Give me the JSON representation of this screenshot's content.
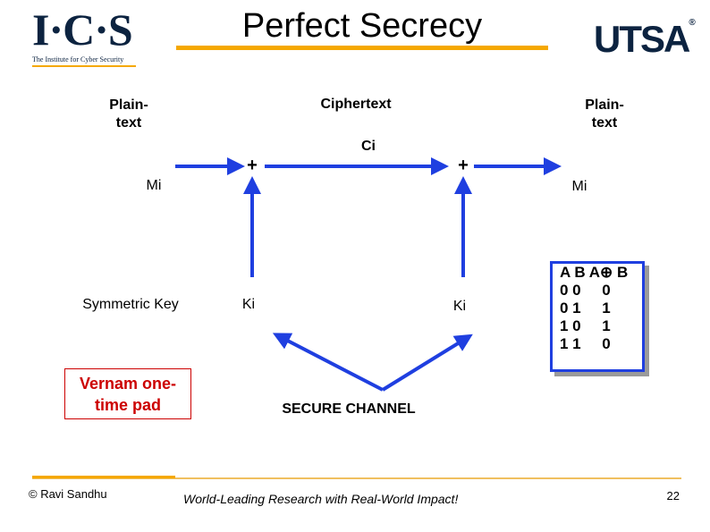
{
  "slide": {
    "title": "Perfect Secrecy",
    "logo_left": {
      "letters": "I·C·S",
      "tagline": "The Institute for Cyber Security"
    },
    "logo_right": {
      "text": "UTSA",
      "mark": "®"
    },
    "colors": {
      "accent": "#f5a800",
      "arrow_blue": "#1f3fe0",
      "vernam_red": "#cc0000",
      "footer_line": "#f0c060"
    }
  },
  "diagram": {
    "plaintext_left": [
      "Plain-",
      "text"
    ],
    "ciphertext": "Ciphertext",
    "plaintext_right": [
      "Plain-",
      "text"
    ],
    "ci": "Ci",
    "mi_left": "Mi",
    "mi_right": "Mi",
    "xor_left": "+",
    "xor_right": "+",
    "ki_left": "Ki",
    "ki_right": "Ki",
    "symmetric_key": "Symmetric Key",
    "secure_channel": "SECURE CHANNEL",
    "vernam": [
      "Vernam one-",
      "time pad"
    ]
  },
  "truth_table": {
    "header": "A B A⊕ B",
    "rows": [
      "0 0     0",
      "0 1     1",
      "1 0     1",
      "1 1     0"
    ]
  },
  "footer": {
    "author": "© Ravi  Sandhu",
    "slogan": "World-Leading Research with Real-World Impact!",
    "page": "22"
  }
}
